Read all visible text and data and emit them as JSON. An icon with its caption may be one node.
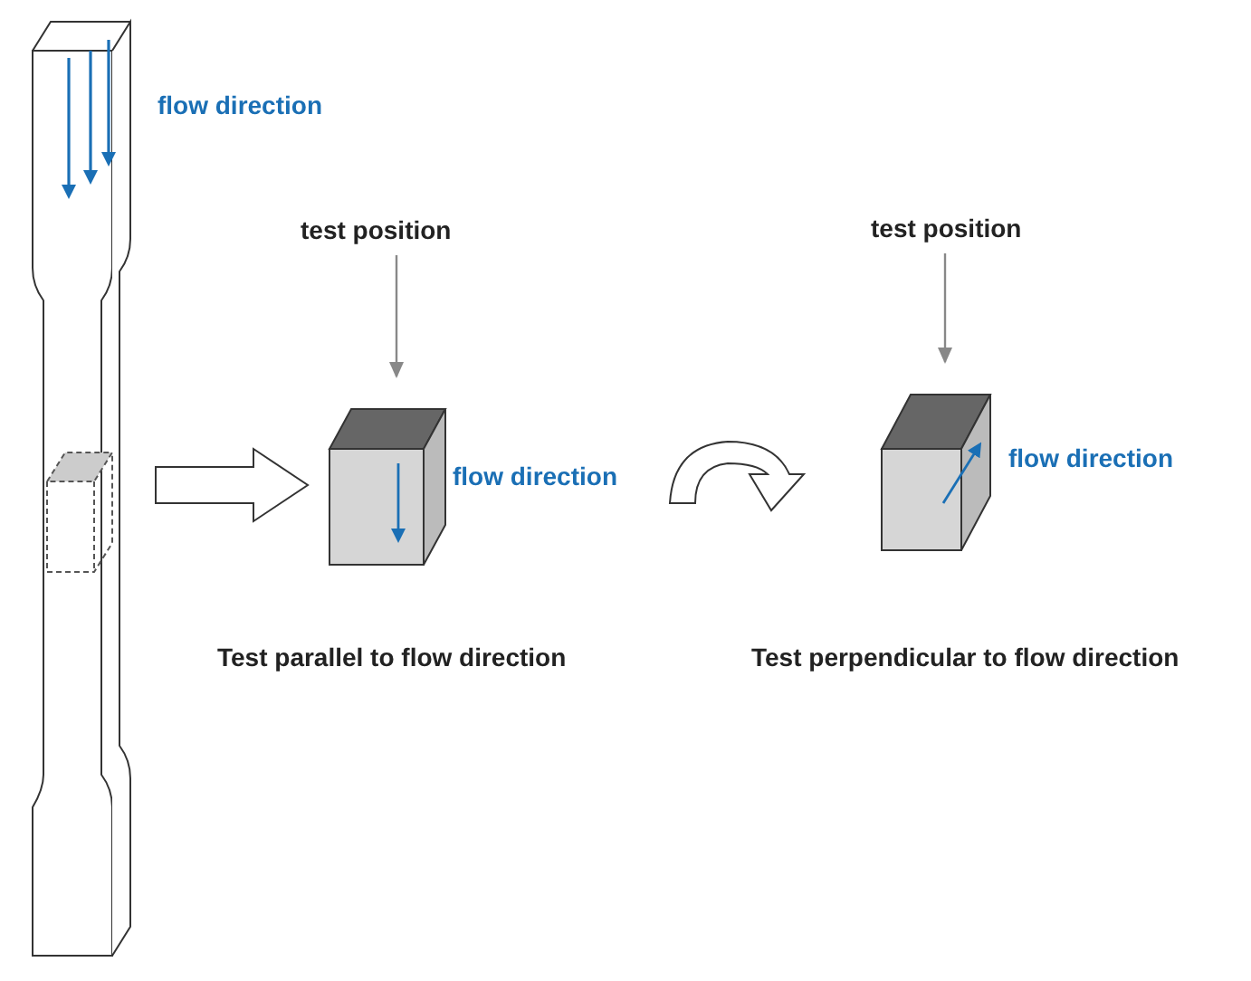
{
  "diagram": {
    "nodes": [
      {
        "text": [],
        "shape": "bar",
        "beside": [
          "flow direction"
        ]
      },
      {
        "text": [
          "test position"
        ]
      },
      {
        "text": [],
        "shape": "box",
        "beside": [
          "flow direction",
          "Test parallel to flow direction"
        ]
      },
      {
        "text": [
          "test position"
        ]
      },
      {
        "text": [],
        "shape": "box",
        "beside": [
          "flow direction",
          "Test perpendicular to flow direction"
        ]
      }
    ],
    "edges": [
      {
        "from": 0,
        "to": 2,
        "arrow": "to",
        "style": "thick"
      },
      {
        "from": 1,
        "to": 2,
        "arrow": "to"
      },
      {
        "from": 2,
        "to": 4,
        "arrow": "to",
        "style": "thick"
      },
      {
        "from": 3,
        "to": 4,
        "arrow": "to"
      }
    ]
  }
}
